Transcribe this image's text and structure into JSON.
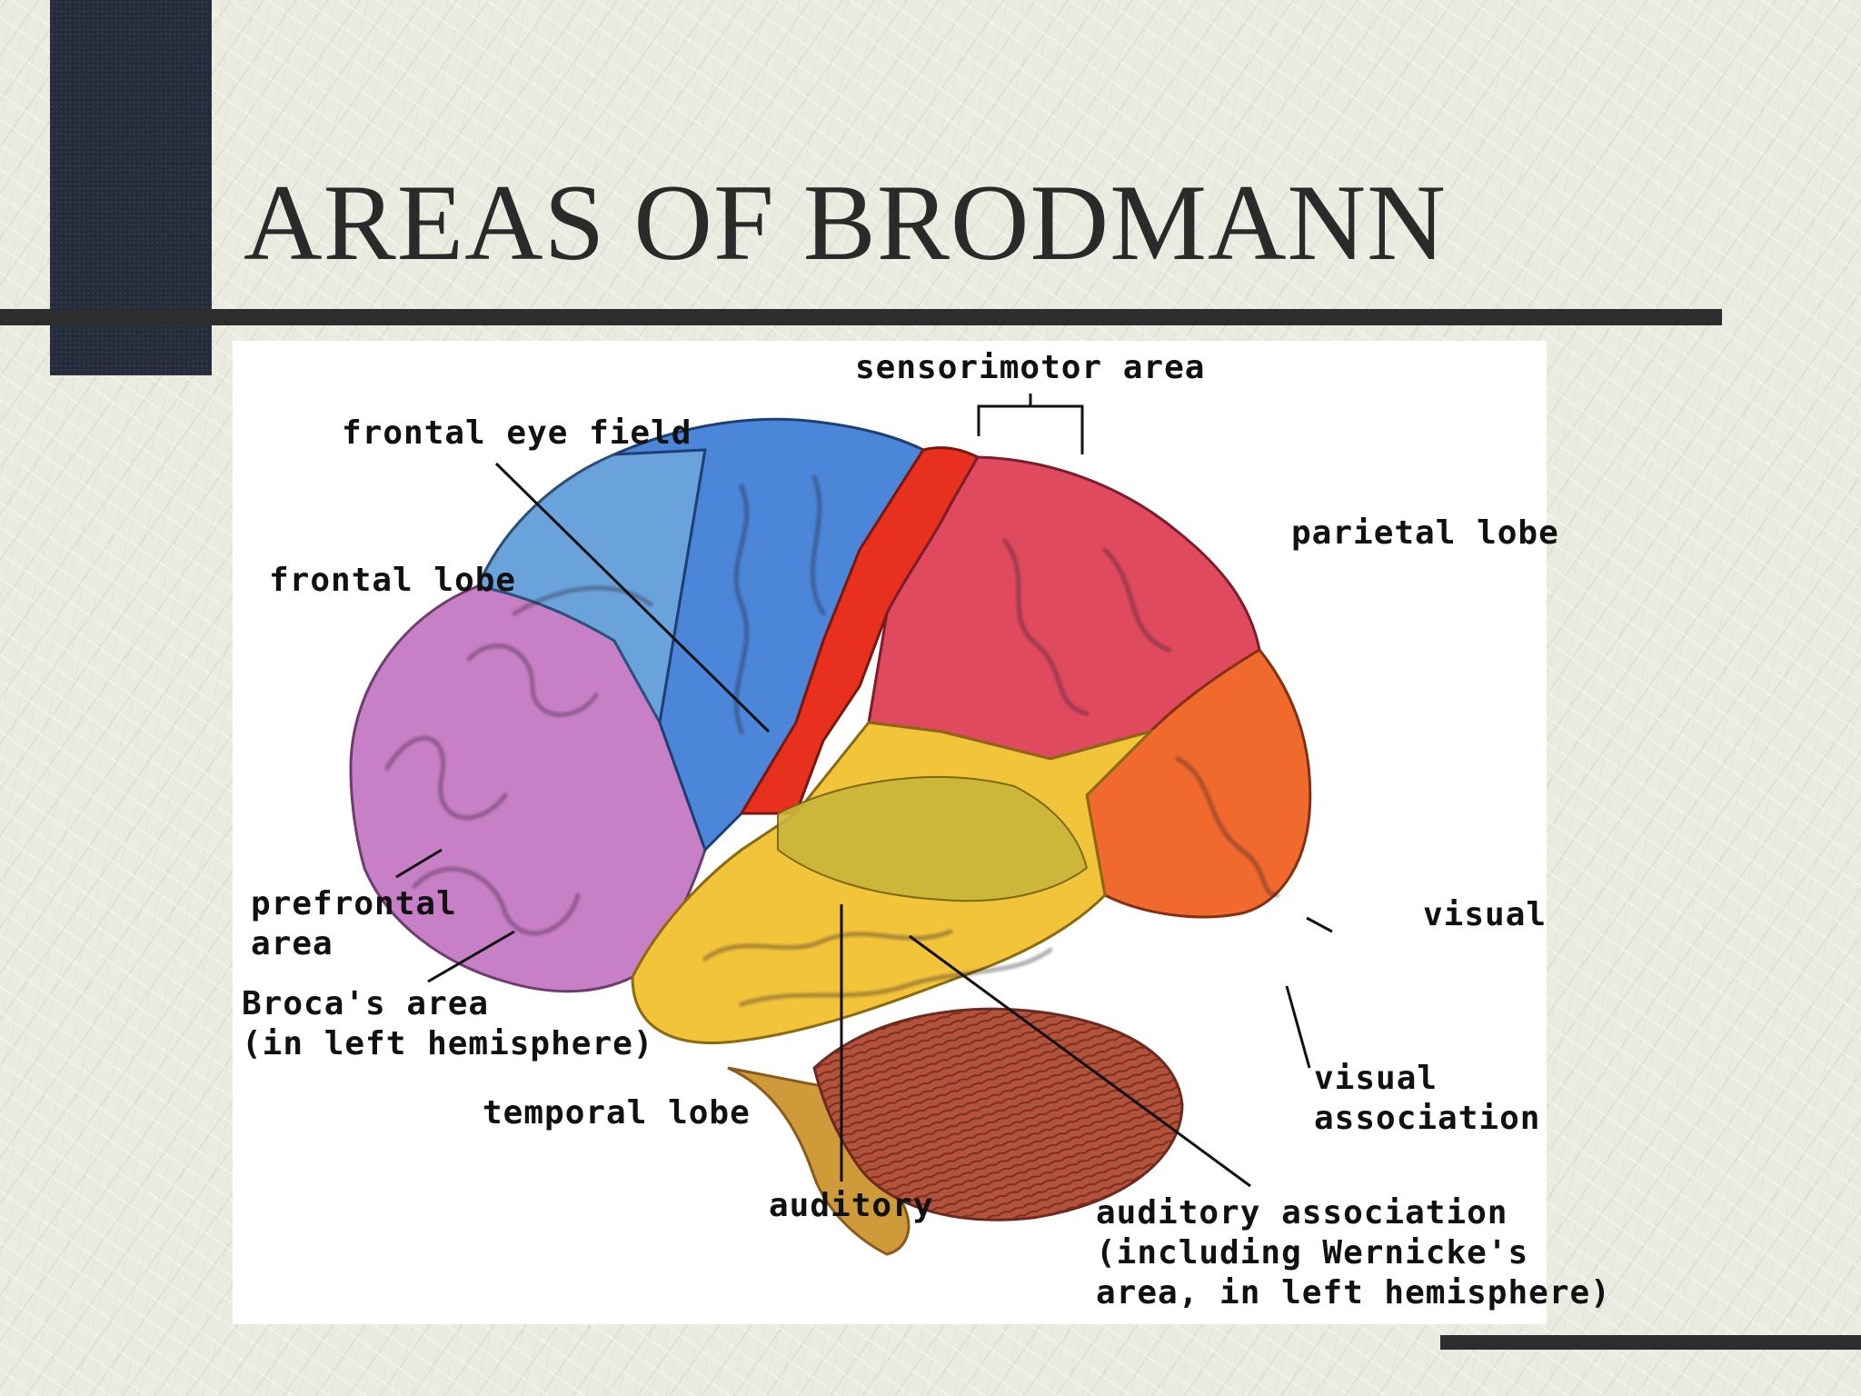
{
  "title": "AREAS OF BRODMANN",
  "diagram": {
    "labels": {
      "sensorimotor": "sensorimotor area",
      "frontal_eye_field": "frontal eye field",
      "parietal_lobe": "parietal lobe",
      "frontal_lobe": "frontal lobe",
      "prefrontal_line1": "prefrontal",
      "prefrontal_line2": "area",
      "broca_line1": "Broca's area",
      "broca_line2": "(in left hemisphere)",
      "temporal_lobe": "temporal lobe",
      "visual": "visual",
      "visual_assoc_line1": "visual",
      "visual_assoc_line2": "association",
      "auditory": "auditory",
      "auditory_assoc_line1": "auditory association",
      "auditory_assoc_line2": "(including Wernicke's",
      "auditory_assoc_line3": "area, in left hemisphere)"
    },
    "region_colors": {
      "prefrontal_frontal": "#c77fc6",
      "frontal_eye_field": "#6aa3dc",
      "sensorimotor_motor": "#4b86d8",
      "sensorimotor_sensory": "#e8301f",
      "parietal": "#e04a5f",
      "temporal": "#f2c43a",
      "auditory_association": "#c9b63a",
      "occipital_visual": "#f06a2e",
      "cerebellum": "#b4533c",
      "brainstem": "#cf9a3a"
    }
  }
}
